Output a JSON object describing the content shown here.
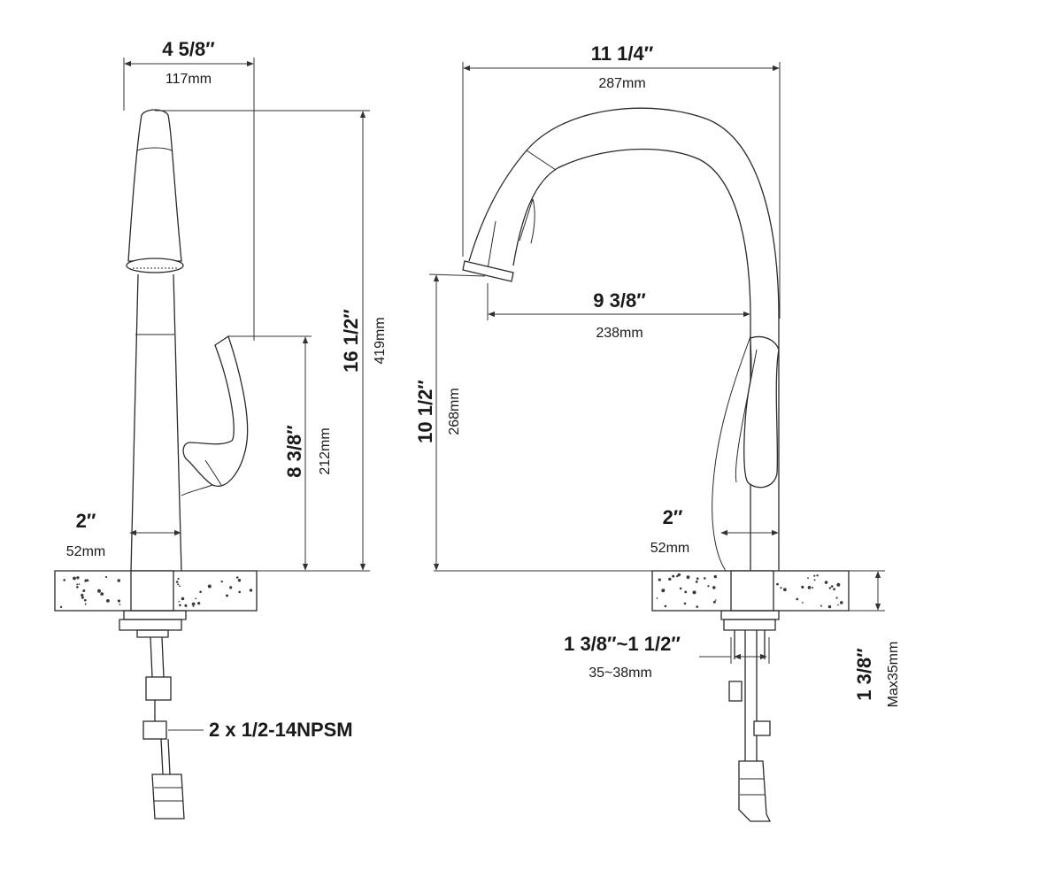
{
  "left_view": {
    "width_imperial": "4 5/8″",
    "width_metric": "117mm",
    "height_imperial": "16 1/2″",
    "height_metric": "419mm",
    "handle_height_imperial": "8 3/8″",
    "handle_height_metric": "212mm",
    "base_imperial": "2″",
    "base_metric": "52mm",
    "connection_label": "2 x 1/2-14NPSM"
  },
  "right_view": {
    "width_imperial": "11 1/4″",
    "width_metric": "287mm",
    "reach_imperial": "9 3/8″",
    "reach_metric": "238mm",
    "spout_height_imperial": "10 1/2″",
    "spout_height_metric": "268mm",
    "base_imperial": "2″",
    "base_metric": "52mm",
    "hole_imperial": "1 3/8″~1 1/2″",
    "hole_metric": "35~38mm",
    "deck_imperial": "1 3/8″",
    "deck_metric": "Max35mm"
  },
  "icons": {
    "left": "faucet-side-view-icon",
    "right": "faucet-front-view-icon",
    "counter": "countertop-section-icon"
  }
}
